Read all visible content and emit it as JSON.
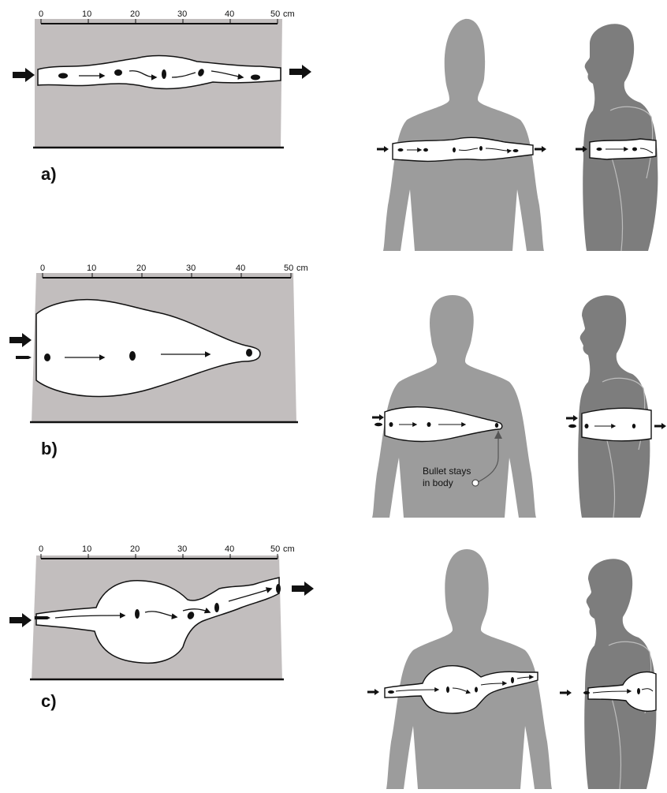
{
  "colors": {
    "block": "#c2bebe",
    "front_body": "#9c9c9c",
    "side_body": "#7d7d7d",
    "cavity": "#ffffff",
    "ink": "#111111"
  },
  "panels": [
    {
      "label": "a)",
      "ticks": [
        "0",
        "10",
        "20",
        "30",
        "40",
        "50"
      ],
      "unit": "cm",
      "description_icon": "narrow-wound-channel"
    },
    {
      "label": "b)",
      "ticks": [
        "0",
        "10",
        "20",
        "30",
        "40",
        "50"
      ],
      "unit": "cm",
      "annotation": "Bullet stays\nin body",
      "annotation_lines": [
        "Bullet stays",
        "in body"
      ],
      "description_icon": "tapered-temporary-cavity"
    },
    {
      "label": "c)",
      "ticks": [
        "0",
        "10",
        "20",
        "30",
        "40",
        "50"
      ],
      "unit": "cm",
      "description_icon": "large-central-cavity"
    }
  ]
}
